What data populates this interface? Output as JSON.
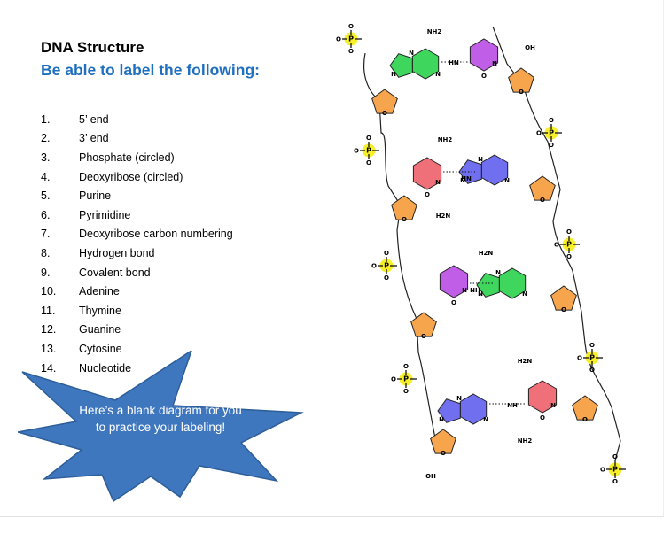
{
  "slide": {
    "title": "DNA Structure",
    "subtitle": "Be able to label the following:",
    "items": [
      {
        "num": "1.",
        "text": "5’ end"
      },
      {
        "num": "2.",
        "text": "3’ end"
      },
      {
        "num": "3.",
        "text": "Phosphate (circled)"
      },
      {
        "num": "4.",
        "text": "Deoxyribose (circled)"
      },
      {
        "num": "5.",
        "text": "Purine"
      },
      {
        "num": "6.",
        "text": "Pyrimidine"
      },
      {
        "num": "7.",
        "text": "Deoxyribose carbon numbering"
      },
      {
        "num": "8.",
        "text": "Hydrogen bond"
      },
      {
        "num": "9.",
        "text": "Covalent bond"
      },
      {
        "num": "10.",
        "text": "Adenine"
      },
      {
        "num": "11.",
        "text": "Thymine"
      },
      {
        "num": "12.",
        "text": "Guanine"
      },
      {
        "num": "13.",
        "text": "Cytosine"
      },
      {
        "num": "14.",
        "text": "Nucleotide"
      }
    ],
    "callout": "Here’s a blank diagram for you to practice your labeling!"
  },
  "diagram": {
    "atom_P": "P",
    "atom_O": "O",
    "atom_N": "N",
    "atom_NH": "NH",
    "atom_HN": "HN",
    "atom_NH2": "NH2",
    "atom_H2N": "H2N",
    "atom_OH": "OH",
    "colors": {
      "phosphate": "#f7ef2a",
      "sugar": "#f6a54c",
      "adenine": "#3fd65e",
      "thymine": "#c15ee8",
      "cytosine": "#f0707a",
      "guanine": "#6f6ff0",
      "callout": "#3e77bd"
    }
  }
}
